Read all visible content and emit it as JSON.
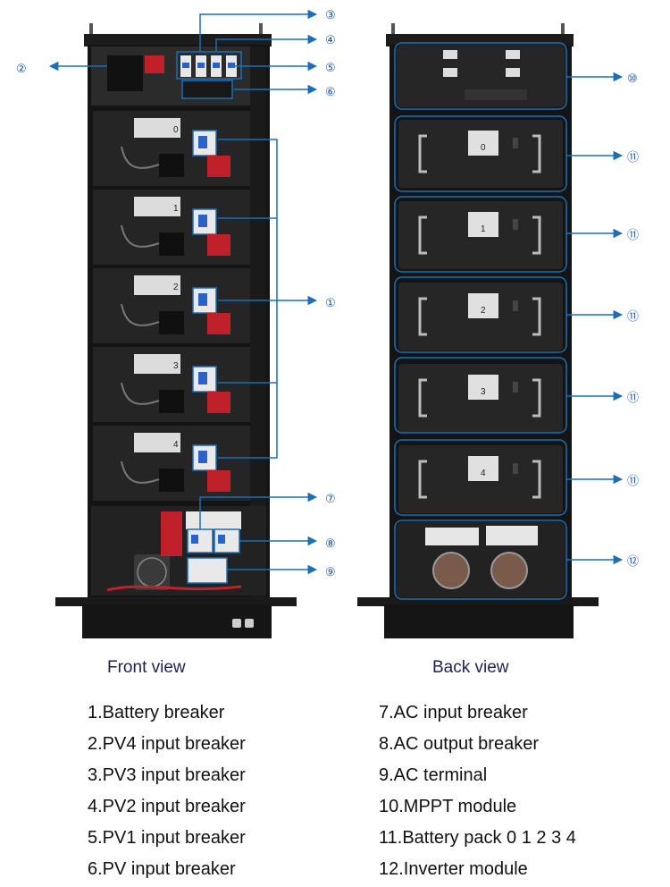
{
  "front_view": {
    "title": "Front view",
    "module_labels": [
      "0",
      "1",
      "2",
      "3",
      "4"
    ],
    "callouts": [
      "③",
      "④",
      "②",
      "⑤",
      "⑥",
      "①",
      "⑦",
      "⑧",
      "⑨"
    ]
  },
  "back_view": {
    "title": "Back view",
    "module_labels": [
      "0",
      "1",
      "2",
      "3",
      "4"
    ],
    "callouts": [
      "⑩",
      "⑪",
      "⑪",
      "⑪",
      "⑪",
      "⑪",
      "⑫"
    ]
  },
  "legend_left": [
    "1.Battery breaker",
    "2.PV4 input breaker",
    "3.PV3 input breaker",
    "4.PV2 input breaker",
    "5.PV1 input breaker",
    "6.PV input breaker"
  ],
  "legend_right": [
    "7.AC input breaker",
    "8.AC output breaker",
    "9.AC terminal",
    "10.MPPT module",
    "11.Battery pack 0 1 2 3 4",
    "12.Inverter module"
  ],
  "colors": {
    "callout_blue": "#1b6fb8",
    "cabinet": "#1a1a1a",
    "module": "#262626",
    "terminal_red": "#c0202a",
    "label_card": "#dcdcdc",
    "breaker_blue": "#2a62c9"
  }
}
